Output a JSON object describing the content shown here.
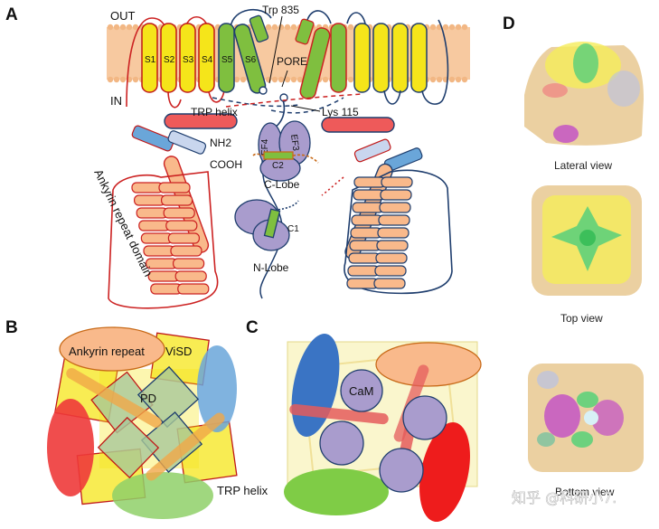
{
  "panel_labels": {
    "a": "A",
    "b": "B",
    "c": "C",
    "d": "D"
  },
  "panel_a": {
    "out": "OUT",
    "in": "IN",
    "segments": [
      "S1",
      "S2",
      "S3",
      "S4",
      "S5",
      "S6"
    ],
    "trp835": "Trp 835",
    "pore": "PORE",
    "trp_helix": "TRP helix",
    "lys115": "Lys 115",
    "nh2": "NH2",
    "cooh": "COOH",
    "ef4": "EF4",
    "ef3": "EF3",
    "c2": "C2",
    "c1": "C1",
    "c_lobe": "C-Lobe",
    "n_lobe": "N-Lobe",
    "ankyrin_domain": "Ankyrin repeat domain"
  },
  "panel_b": {
    "ankyrin_repeat": "Ankyrin repeat",
    "visd": "ViSD",
    "pd": "PD",
    "trp_helix": "TRP helix"
  },
  "panel_c": {
    "cam": "CaM"
  },
  "panel_d": {
    "lateral": "Lateral view",
    "top": "Top view",
    "bottom": "Bottom view"
  },
  "watermark": "知乎 @科研小7.",
  "colors": {
    "membrane": "#f7c9a0",
    "s1_s4": "#f5e51a",
    "s5_s6": "#7fbf3f",
    "helix_red": "#ee5a5a",
    "ankyrin": "#f9b98b",
    "ankyrin_outline": "#d33",
    "cam": "#a99ccd",
    "blue": "#6aa6d9",
    "panel_d_gold": "#e8c890",
    "panel_d_green": "#5fd07a",
    "panel_d_magenta": "#c455c4"
  }
}
